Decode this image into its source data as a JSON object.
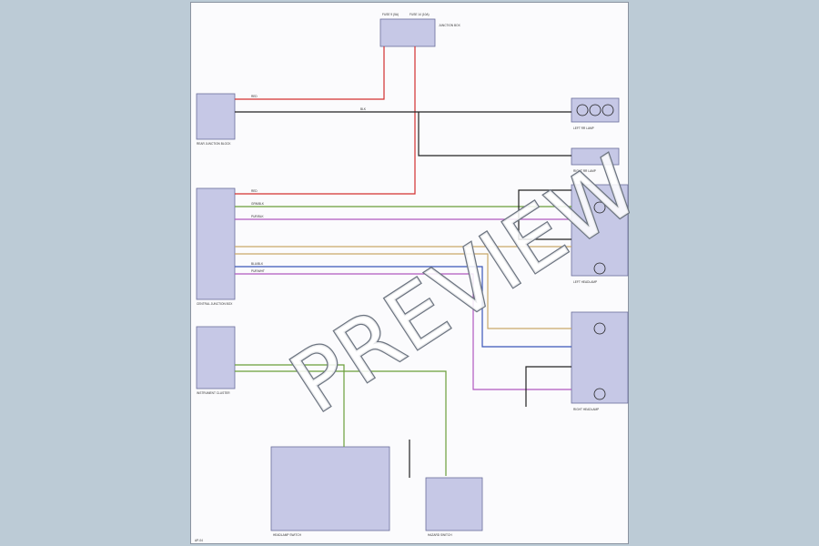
{
  "page": {
    "id": "AP-04"
  },
  "watermark": "PREVIEW",
  "fuses": {
    "left": "FUSE 9 (5A)",
    "right": "FUSE 14 (10A)",
    "caption": "JUNCTION BOX"
  },
  "modules": [
    {
      "id": "m1",
      "caption": "REAR JUNCTION BLOCK"
    },
    {
      "id": "m2",
      "caption": "CENTRAL JUNCTION BOX"
    },
    {
      "id": "m3",
      "caption": "INSTRUMENT CLUSTER"
    }
  ],
  "lamps": [
    {
      "id": "l1",
      "caption": "LEFT RR LAMP"
    },
    {
      "id": "l2",
      "caption": "RIGHT RR LAMP"
    },
    {
      "id": "l3",
      "caption": "LEFT HEADLAMP"
    },
    {
      "id": "l4",
      "caption": "RIGHT HEADLAMP"
    }
  ],
  "switches": {
    "bottom_left": "HEADLAMP SWITCH",
    "bottom_right": "HAZARD SWITCH"
  },
  "colors": {
    "red": "#d23030",
    "green": "#6a9e3a",
    "blue": "#3a55b8",
    "purple": "#b058c0",
    "tan": "#c9a86a",
    "grey": "#9a9a9a",
    "black": "#222222"
  }
}
